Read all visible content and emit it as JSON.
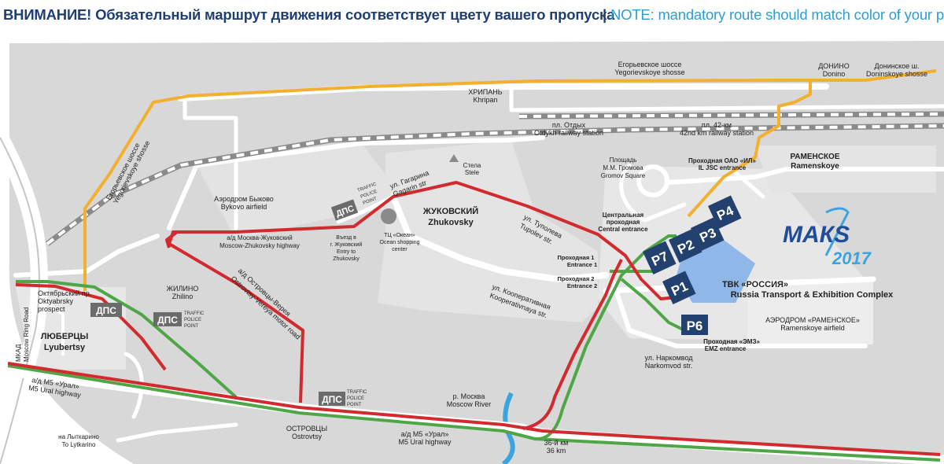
{
  "header": {
    "title_ru": "ВНИМАНИЕ! Обязательный маршрут движения соответствует цвету вашего пропуска",
    "separator": "|",
    "title_en": "NOTE: mandatory route should match color of your pass"
  },
  "logo": {
    "text": "МАКS",
    "year": "2017"
  },
  "colors": {
    "red_route": "#d12a2f",
    "green_route": "#4fa646",
    "yellow_route": "#f2b02e",
    "road": "#ffffff",
    "ground": "#d8d8d8",
    "parking": "#23416e",
    "accent": "#2a9fd6"
  },
  "places": {
    "egorievskoe": {
      "ru": "Егорьевское шоссе",
      "en": "Yegorievskoye shosse"
    },
    "egorievskoe_vertical": {
      "ru": "Егорьевское шоссе",
      "en": "Yegorievskoye shosse"
    },
    "khripan": {
      "ru": "ХРИПАНЬ",
      "en": "Khripan"
    },
    "donino": {
      "ru": "ДОНИНО",
      "en": "Donino"
    },
    "doninskoe": {
      "ru": "Донинское ш.",
      "en": "Doninskoye shosse"
    },
    "otdykh": {
      "ru": "пл. Отдых",
      "en": "Otdykh railway station"
    },
    "km42": {
      "ru": "пл. 42-км",
      "en": "42nd km railway station"
    },
    "stele": {
      "ru": "Стела",
      "en": "Stele"
    },
    "gagarin": {
      "ru": "ул. Гагарина",
      "en": "Gagarin str"
    },
    "zhukovsky": {
      "ru": "ЖУКОВСКИЙ",
      "en": "Zhukovsky"
    },
    "tupolev": {
      "ru": "ул. Туполева",
      "en": "Tupolev str."
    },
    "gromov": {
      "l1": "Площадь",
      "l2": "М.М. Громова",
      "en": "Gromov Square"
    },
    "il_entrance": {
      "ru": "Проходная ОАО «ИЛ»",
      "en": "IL JSC entrance"
    },
    "ramenskoe": {
      "ru": "РАМЕНСКОЕ",
      "en": "Ramenskoye"
    },
    "bykovo": {
      "ru": "Аэродром Быково",
      "en": "Bykovo airfield"
    },
    "central_entrance": {
      "l1": "Центральная",
      "l2": "проходная",
      "en": "Central entrance"
    },
    "moscow_zhukovsky": {
      "ru": "а/д Москва-Жуковский",
      "en": "Moscow-Zhukovsky highway"
    },
    "entry_zhukovsky": {
      "l1": "Въезд в",
      "l2": "г. Жуковский",
      "l3": "Entry to",
      "l4": "Zhukovsky"
    },
    "ocean": {
      "l1": "ТЦ «Океан»",
      "l2": "Ocean shopping",
      "l3": "center"
    },
    "entrance1": {
      "ru": "Проходная 1",
      "en": "Entrance 1"
    },
    "entrance2": {
      "ru": "Проходная 2",
      "en": "Entrance 2"
    },
    "tvk": {
      "ru": "ТВК «РОССИЯ»",
      "en": "Russia Transport & Exhibition Complex"
    },
    "cooperative": {
      "ru": "ул. Кооперативная",
      "en": "Kooperativnaya str."
    },
    "ramenskoe_airfield": {
      "ru": "АЭРОДРОМ «РАМЕНСКОЕ»",
      "en": "Ramenskoye airfield"
    },
    "emz": {
      "ru": "Проходная «ЭМЗ»",
      "en": "EMZ entrance"
    },
    "narkomvod": {
      "ru": "ул. Наркомвод",
      "en": "Narkomvod str."
    },
    "oktyabrsky": {
      "ru": "Октябрьский пр.",
      "en": "Oktyabrsky",
      "en2": "prospect"
    },
    "mkad": {
      "ru": "МКАД",
      "en": "Moscow Ring Road"
    },
    "lyubertsy": {
      "ru": "ЛЮБЕРЦЫ",
      "en": "Lyubertsy"
    },
    "zhilino": {
      "ru": "ЖИЛИНО",
      "en": "Zhilino"
    },
    "ostrovtsy_vereya": {
      "ru": "а/д Островцы-Верея",
      "en": "Ostrovtsy-Vereya motor road"
    },
    "m5_left": {
      "ru": "а/д М5 «Урал»",
      "en": "M5 Ural highway"
    },
    "lytkarino": {
      "ru": "на Лыткарино",
      "en": "To Lytkarino"
    },
    "ostrovtsy": {
      "ru": "ОСТРОВЦЫ",
      "en": "Ostrovtsy"
    },
    "moscow_river": {
      "ru": "р. Москва",
      "en": "Moscow River"
    },
    "m5_center": {
      "ru": "а/д М5 «Урал»",
      "en": "M5 Ural highway"
    },
    "km36": {
      "ru": "36-й км",
      "en": "36 km"
    }
  },
  "police_posts": [
    {
      "badge": "ДПС",
      "l1": "TRAFFIC",
      "l2": "POLICE",
      "l3": "POINT"
    },
    {
      "badge": "ДПС"
    },
    {
      "badge": "ДПС",
      "l1": "TRAFFIC",
      "l2": "POLICE",
      "l3": "POINT"
    },
    {
      "badge": "ДПС",
      "l1": "TRAFFIC",
      "l2": "POLICE",
      "l3": "POINT"
    }
  ],
  "parkings": [
    "P1",
    "P2",
    "P3",
    "P4",
    "P6",
    "P7"
  ]
}
